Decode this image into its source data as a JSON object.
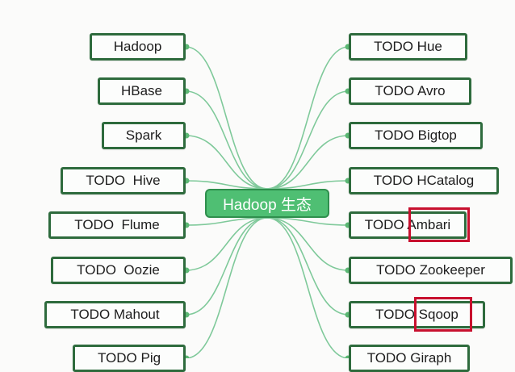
{
  "colors": {
    "line": "#7fc99a",
    "dot": "#5cb874",
    "center_fill": "#4fbf73",
    "node_border": "#2e6b3d",
    "highlight": "#c8102e"
  },
  "center": {
    "label": "Hadoop 生态"
  },
  "left_nodes": [
    {
      "label": "Hadoop"
    },
    {
      "label": "HBase"
    },
    {
      "label": "Spark"
    },
    {
      "label": "TODO  Hive"
    },
    {
      "label": "TODO  Flume"
    },
    {
      "label": "TODO  Oozie"
    },
    {
      "label": "TODO Mahout"
    },
    {
      "label": "TODO Pig"
    }
  ],
  "right_nodes": [
    {
      "label": "TODO Hue"
    },
    {
      "label": "TODO Avro"
    },
    {
      "label": "TODO Bigtop"
    },
    {
      "label": "TODO HCatalog"
    },
    {
      "label": "TODO Ambari",
      "highlighted": true
    },
    {
      "label": "TODO Zookeeper"
    },
    {
      "label": "TODO Sqoop",
      "highlighted": true
    },
    {
      "label": "TODO Giraph"
    }
  ]
}
